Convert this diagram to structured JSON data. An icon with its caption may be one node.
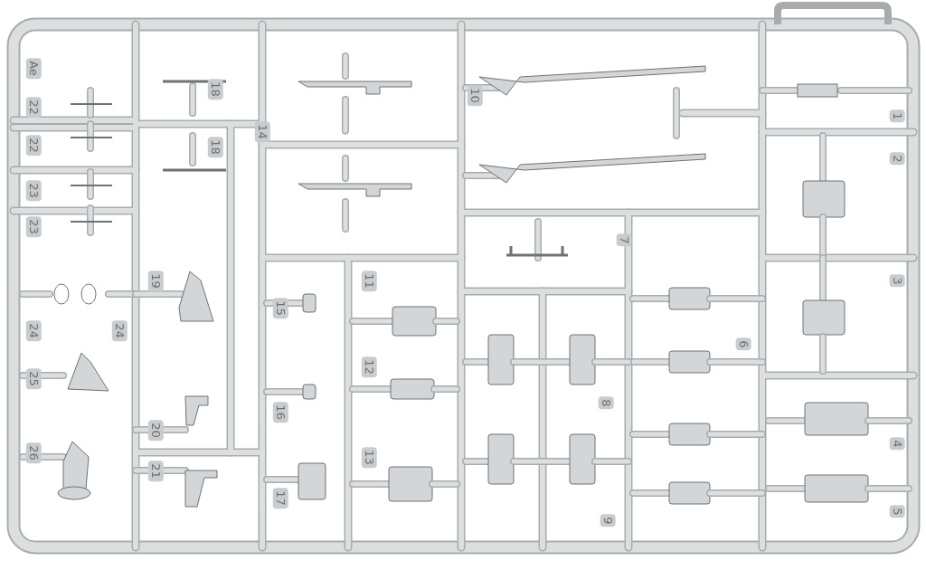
{
  "diagram": {
    "labels": [
      "Ae",
      "22",
      "22",
      "23",
      "23",
      "24",
      "24",
      "25",
      "26",
      "18",
      "18",
      "19",
      "20",
      "21",
      "14",
      "15",
      "16",
      "17",
      "11",
      "12",
      "13",
      "10",
      "7",
      "8",
      "9",
      "6",
      "1",
      "2",
      "3",
      "4",
      "5"
    ]
  }
}
